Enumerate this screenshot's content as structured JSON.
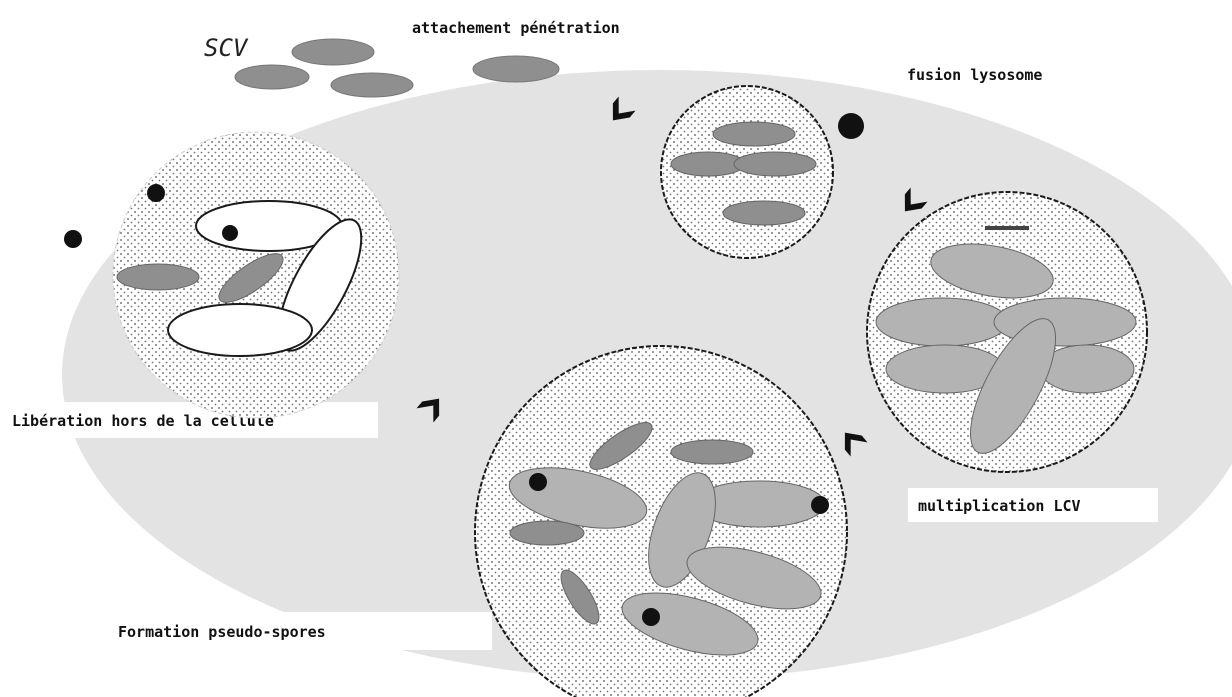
{
  "diagram": {
    "scv_label": "SCV",
    "step_attachement": "attachement pénétration",
    "step_fusion": "fusion lysosome",
    "step_multiplication": "multiplication LCV",
    "step_formation": "Formation pseudo-spores",
    "step_liberation": "Libération hors de la cellule"
  },
  "colors": {
    "cell": "#e3e3e3",
    "bacterium_dark": "#8f8f8f",
    "bacterium_light": "#b3b3b3",
    "vacuole_fill": "#ffffff",
    "outline": "#1a1a1a",
    "lysosome": "#111111"
  }
}
